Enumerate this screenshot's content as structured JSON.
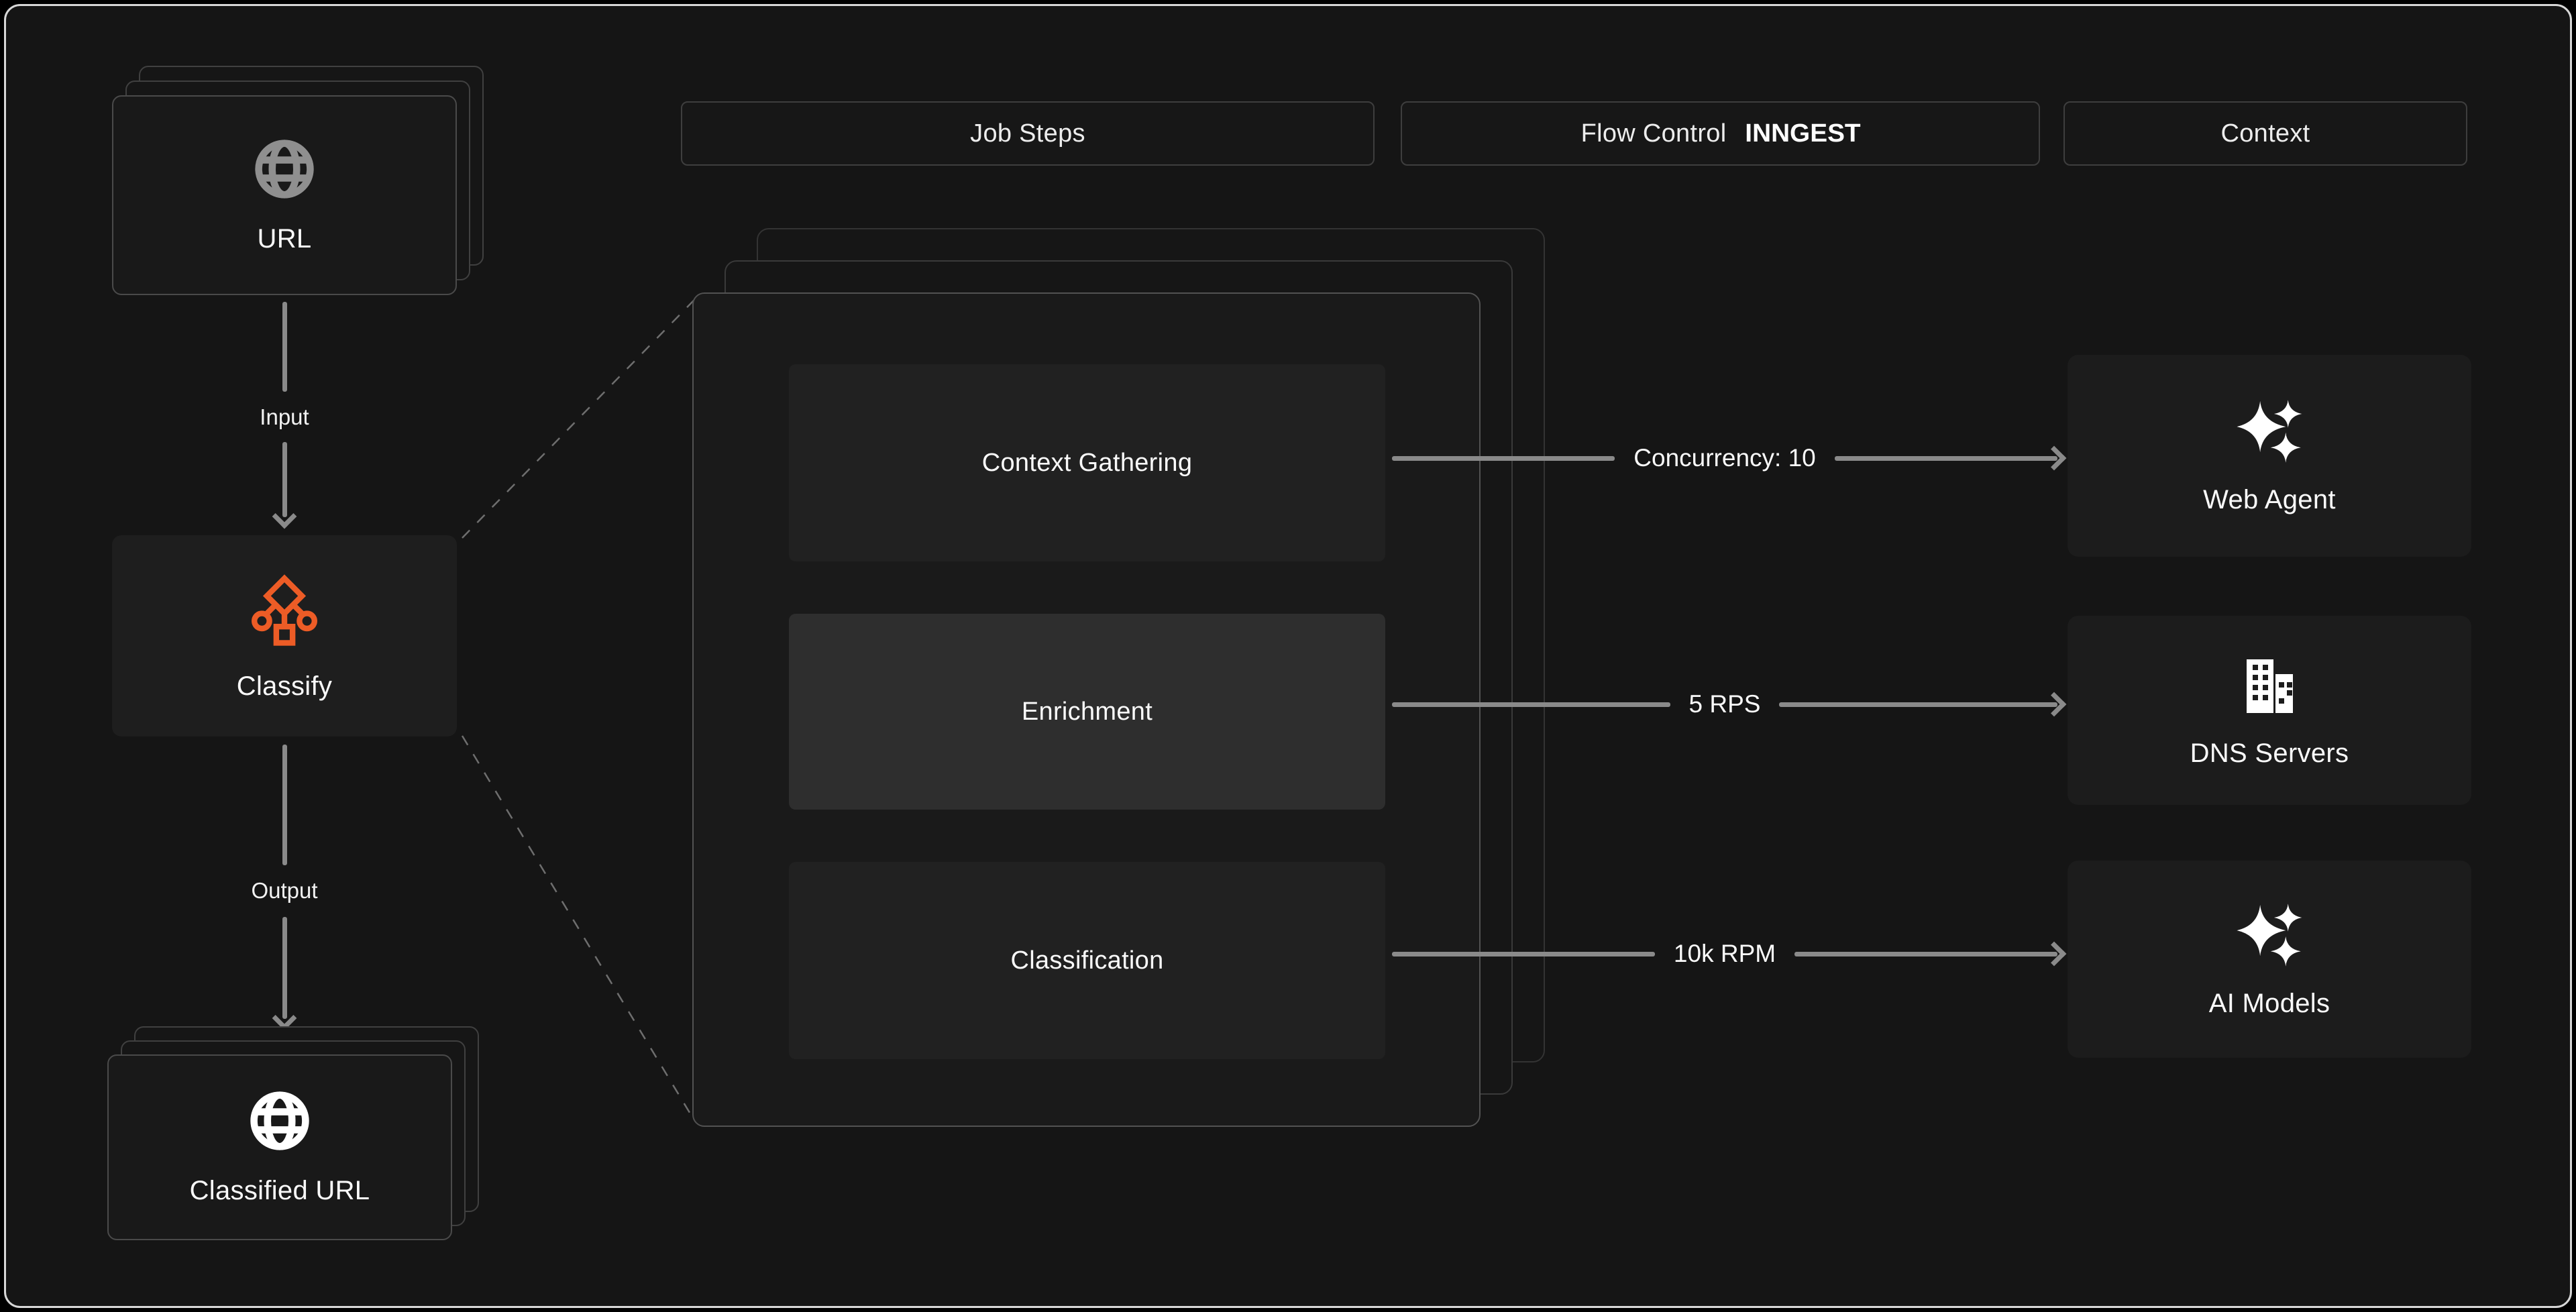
{
  "palette": {
    "background": "#151515",
    "accent_orange": "#ED5C26",
    "arrow_gray": "#8A8A8A",
    "text": "#F5F5F5"
  },
  "column_headers": {
    "job_steps": "Job Steps",
    "flow_control": "Flow Control",
    "flow_control_logo": "INNGEST",
    "context": "Context"
  },
  "pipeline": {
    "input_card": {
      "label": "URL",
      "icon": "globe-icon"
    },
    "input_edge_label": "Input",
    "worker_card": {
      "label": "Classify",
      "icon": "workflow-icon"
    },
    "output_edge_label": "Output",
    "output_card": {
      "label": "Classified URL",
      "icon": "globe-icon"
    }
  },
  "job_steps": {
    "steps": [
      {
        "label": "Context Gathering",
        "active": false
      },
      {
        "label": "Enrichment",
        "active": true
      },
      {
        "label": "Classification",
        "active": false
      }
    ]
  },
  "flow_control": {
    "edges": [
      {
        "label": "Concurrency: 10"
      },
      {
        "label": "5 RPS"
      },
      {
        "label": "10k RPM"
      }
    ]
  },
  "context_services": [
    {
      "label": "Web Agent",
      "icon": "sparkles-icon"
    },
    {
      "label": "DNS Servers",
      "icon": "building-icon"
    },
    {
      "label": "AI Models",
      "icon": "sparkles-icon"
    }
  ]
}
